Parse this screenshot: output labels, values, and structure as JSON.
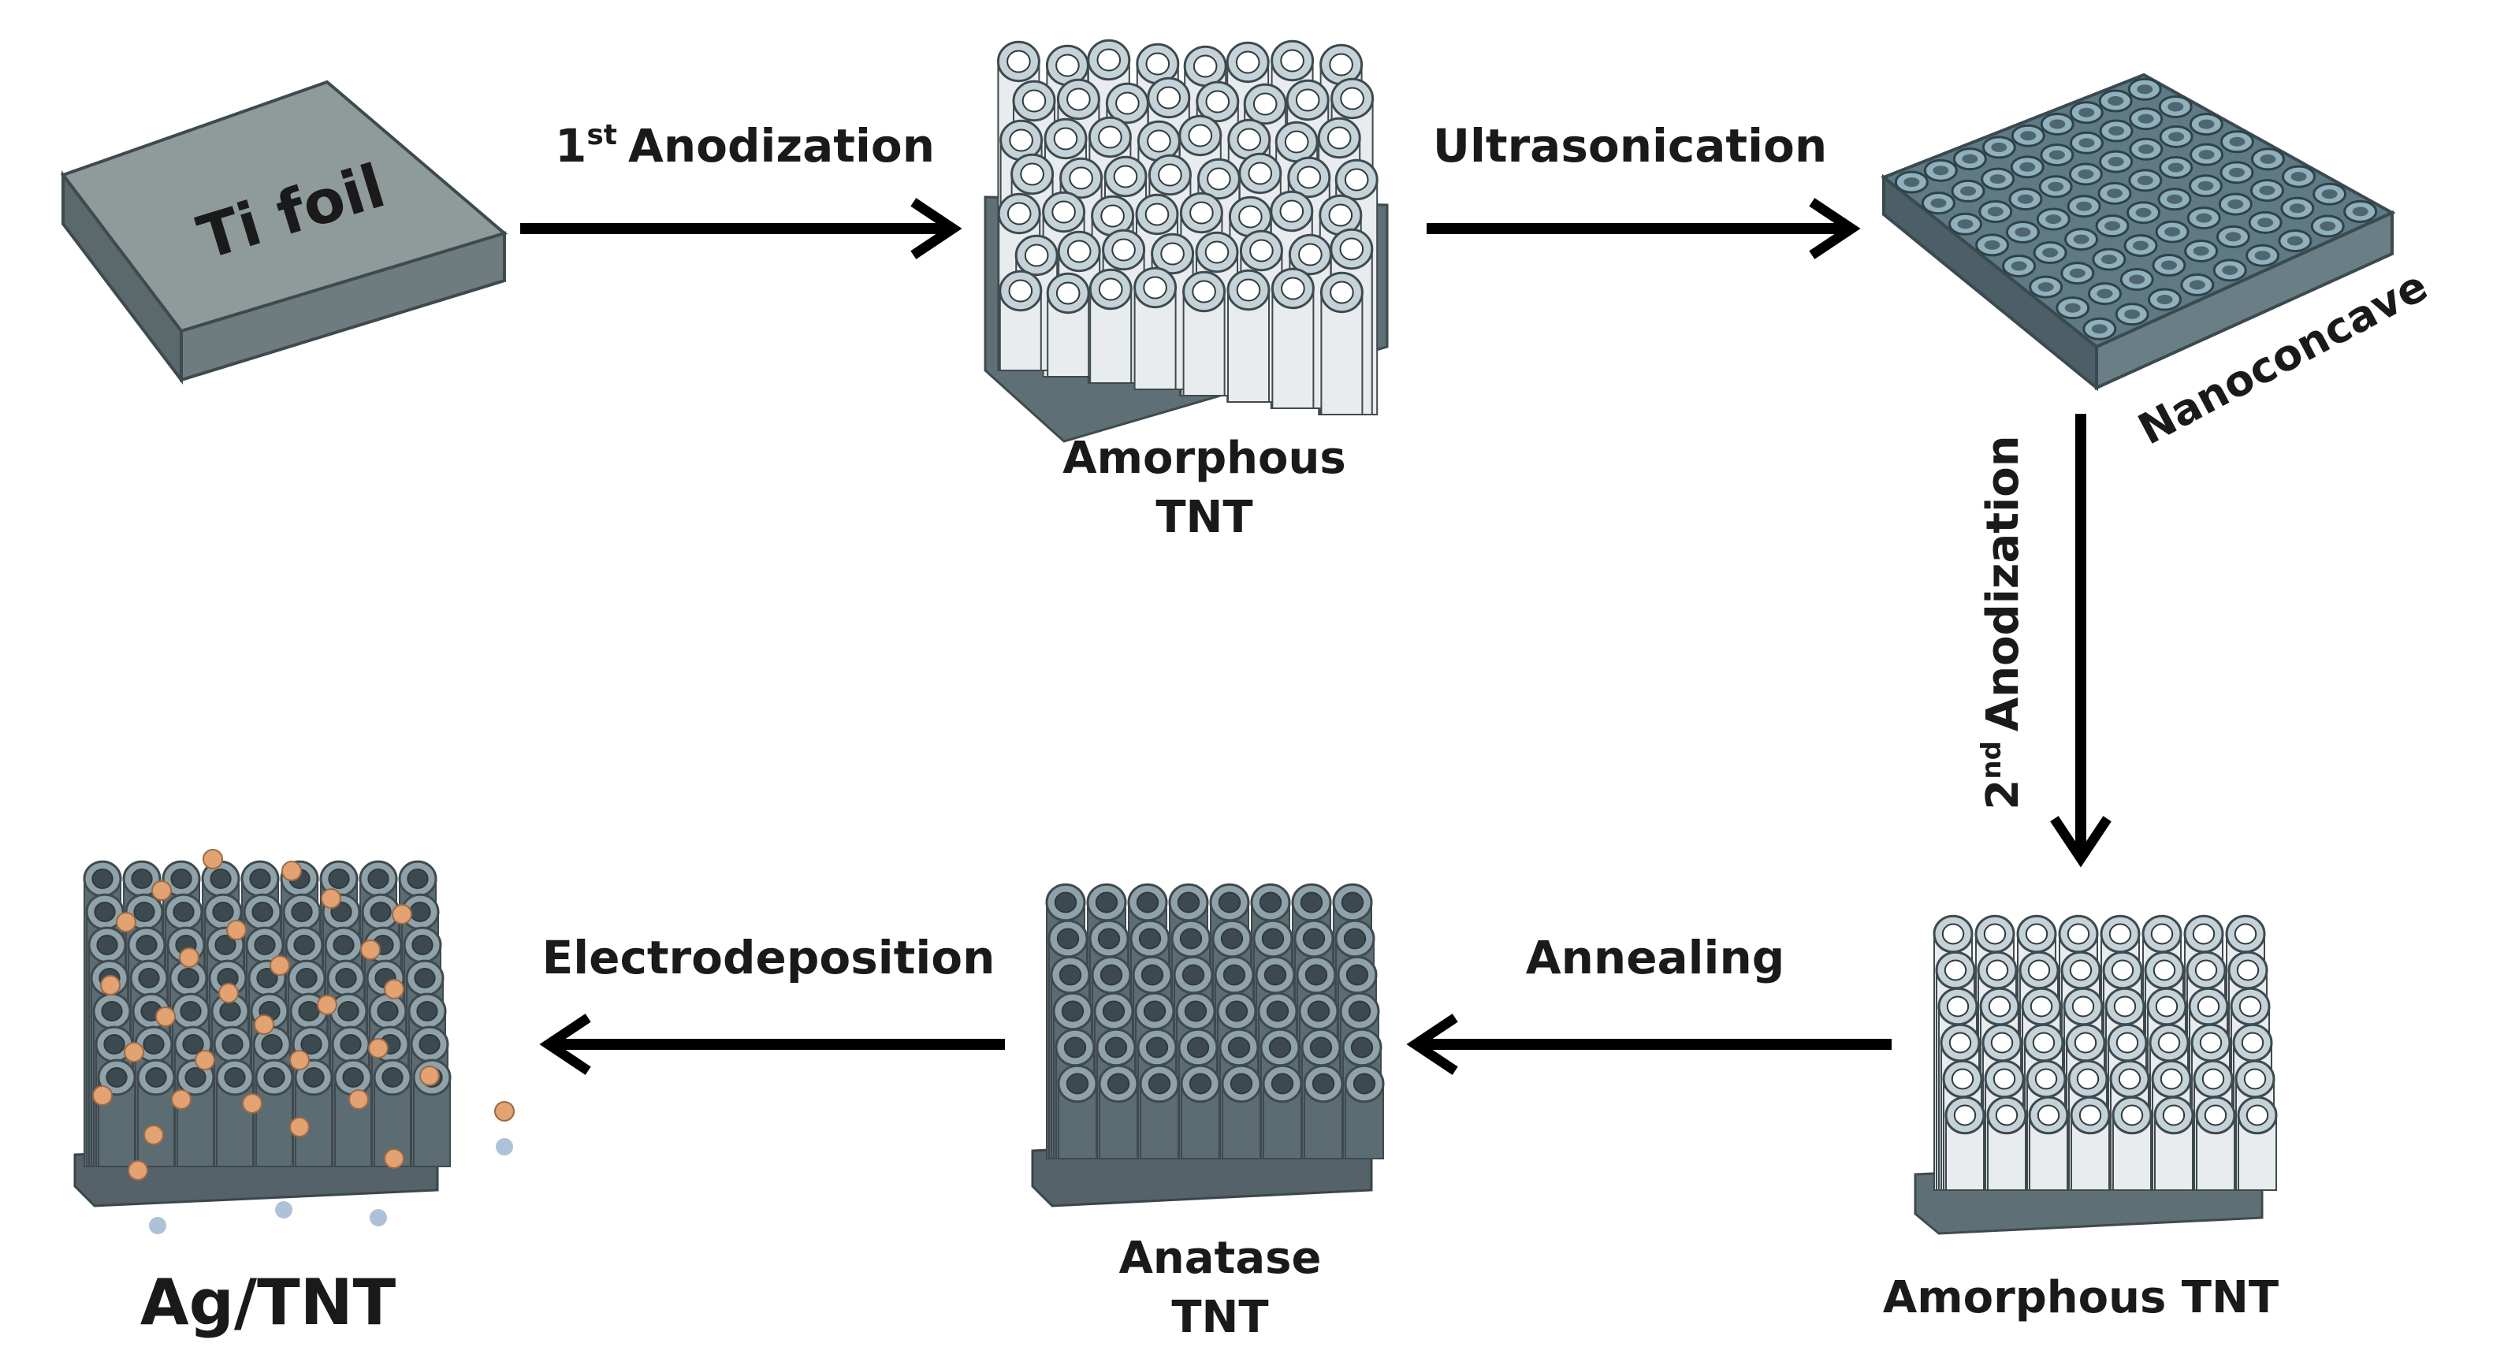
{
  "colors": {
    "background": "#ffffff",
    "arrow": "#000000",
    "text": "#1a1a1a",
    "foil_top": "#8f9a9b",
    "foil_front": "#6e7c80",
    "foil_side": "#5b686c",
    "tube_light_body": "#e9ecee",
    "tube_light_rim": "#c5d2d8",
    "tube_dark_body": "#5c6c73",
    "tube_dark_rim": "#8fa2aa",
    "substrate": "#5f6f76",
    "ag_particle": "#e2a272"
  },
  "stages": {
    "ti_foil": {
      "label": "Ti foil",
      "icon": "ti-foil-block-icon"
    },
    "amorphous_tnt_1": {
      "label_line1": "Amorphous",
      "label_line2": "TNT",
      "icon": "disordered-nanotube-array-icon"
    },
    "nanoconcave": {
      "label": "Nanoconcave",
      "icon": "nanoconcave-surface-icon"
    },
    "amorphous_tnt_2": {
      "label": "Amorphous TNT",
      "icon": "ordered-light-nanotube-array-icon"
    },
    "anatase_tnt": {
      "label_line1": "Anatase",
      "label_line2": "TNT",
      "icon": "ordered-dark-nanotube-array-icon"
    },
    "ag_tnt": {
      "label": "Ag/TNT",
      "icon": "silver-decorated-nanotube-array-icon"
    }
  },
  "steps": {
    "first_anodization": {
      "number": "1",
      "superscript": "st",
      "text": "Anodization"
    },
    "ultrasonication": {
      "text": "Ultrasonication"
    },
    "second_anodization": {
      "number": "2",
      "superscript": "nd",
      "text": "Anodization"
    },
    "annealing": {
      "text": "Annealing"
    },
    "electrodeposition": {
      "text": "Electrodeposition"
    }
  }
}
